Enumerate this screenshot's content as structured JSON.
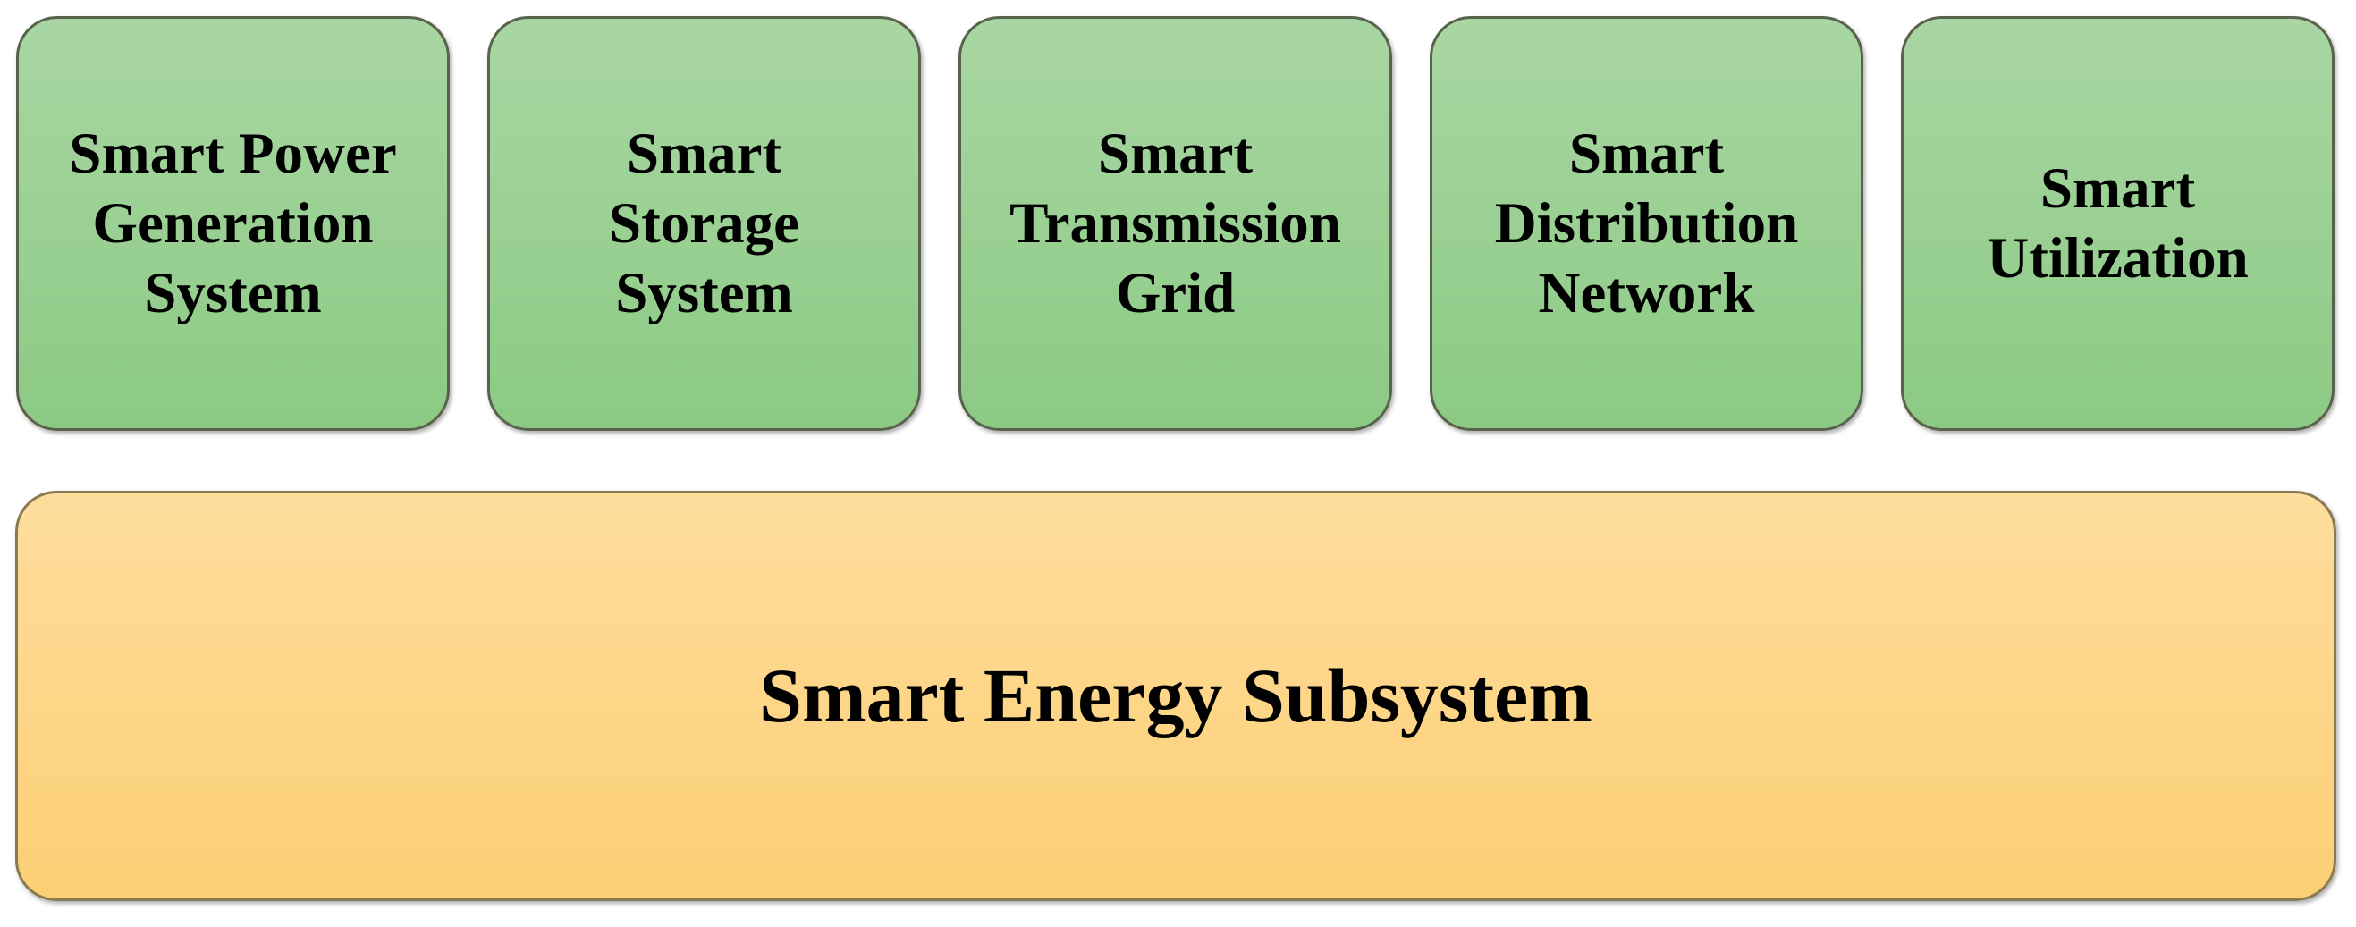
{
  "figure": {
    "subsystem_components": [
      {
        "label": "Smart Power\nGeneration\nSystem"
      },
      {
        "label": "Smart\nStorage\nSystem"
      },
      {
        "label": "Smart\nTransmission\nGrid"
      },
      {
        "label": "Smart\nDistribution\nNetwork"
      },
      {
        "label": "Smart\nUtilization"
      }
    ],
    "base_label": "Smart Energy Subsystem"
  },
  "colors": {
    "background": "#ffffff",
    "text": "#000000",
    "green_fill_top": "#a9d6a3",
    "green_fill_mid": "#99d092",
    "green_fill_bottom": "#8bca84",
    "green_border": "#59624d",
    "orange_fill_top": "#fedd9d",
    "orange_fill_bottom": "#fccf74",
    "orange_border": "#8a7a52"
  }
}
